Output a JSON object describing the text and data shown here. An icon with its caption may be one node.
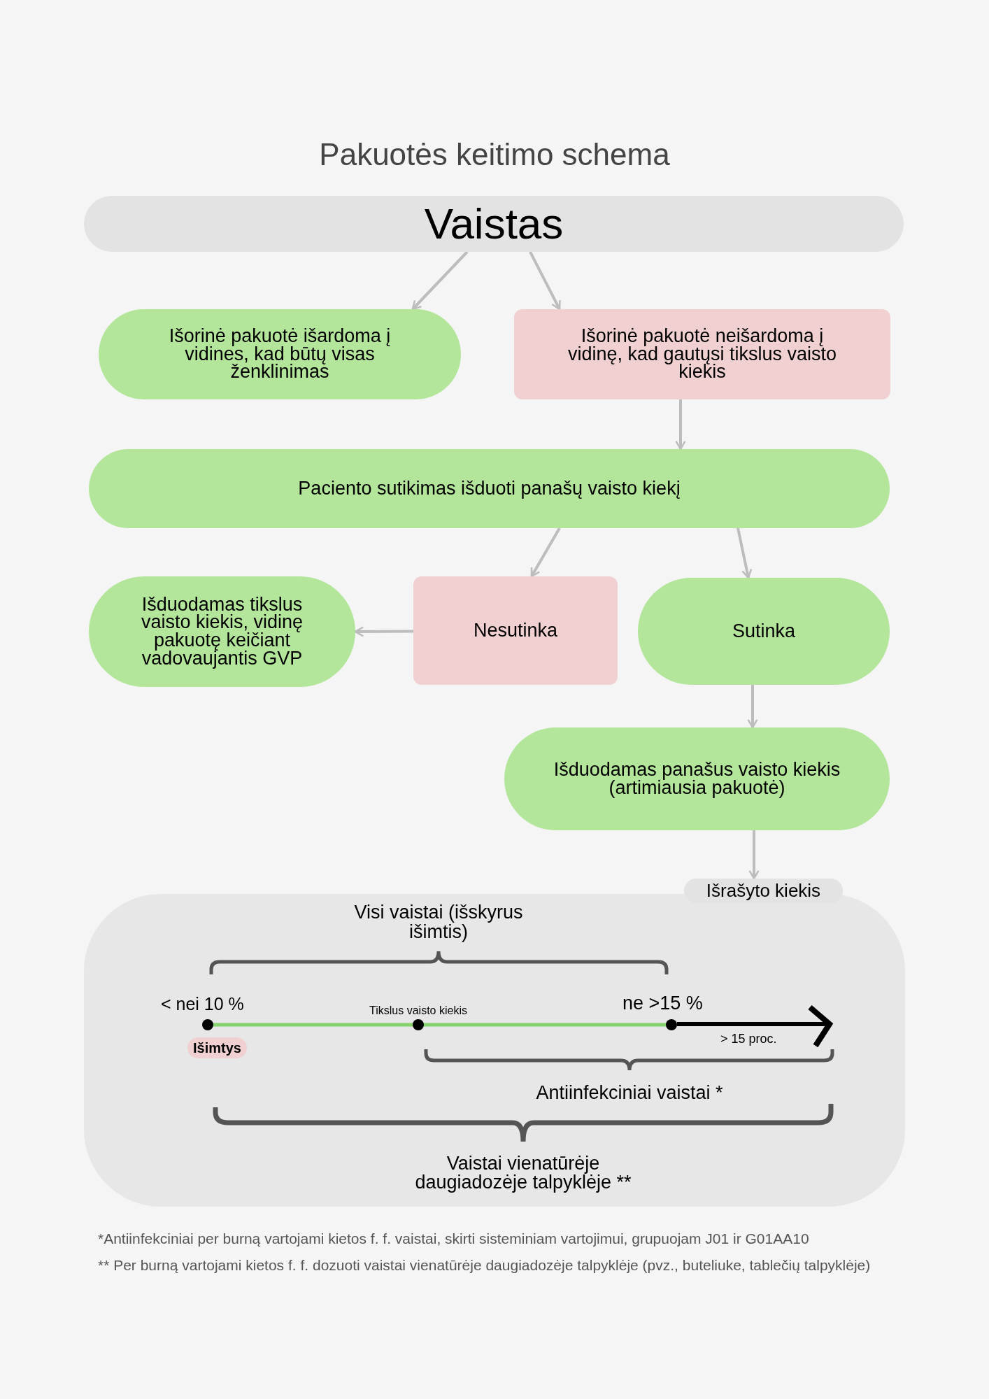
{
  "diagram": {
    "title": "Pakuotės keitimo schema",
    "nodes": [
      {
        "text": [
          "Vaistas"
        ]
      },
      {
        "text": [
          "Išorinė pakuotė išardoma į vidines, kad būtų visas ženklinimas"
        ]
      },
      {
        "text": [
          "Išorinė pakuotė neišardoma į vidinę, kad gautųsi tikslus vaisto kiekis"
        ]
      },
      {
        "text": [
          "Paciento sutikimas išduoti panašų vaisto kiekį"
        ]
      },
      {
        "text": [
          "Išduodamas tikslus vaisto kiekis, vidinę pakuotę keičiant vadovaujantis GVP"
        ]
      },
      {
        "text": [
          "Nesutinka"
        ]
      },
      {
        "text": [
          "Sutinka"
        ]
      },
      {
        "text": [
          "Išduodamas panašus vaisto kiekis (artimiausia pakuotė)"
        ]
      },
      {
        "text": [
          "Išrašyto kiekis"
        ]
      }
    ],
    "edges": [
      {
        "from": 0,
        "to": 1,
        "arrow": "to"
      },
      {
        "from": 0,
        "to": 2,
        "arrow": "to"
      },
      {
        "from": 2,
        "to": 3,
        "arrow": "to"
      },
      {
        "from": 3,
        "to": 5,
        "arrow": "to"
      },
      {
        "from": 3,
        "to": 6,
        "arrow": "to"
      },
      {
        "from": 5,
        "to": 4,
        "arrow": "to"
      },
      {
        "from": 6,
        "to": 7,
        "arrow": "to"
      },
      {
        "from": 7,
        "to": 8,
        "arrow": "to"
      }
    ],
    "labels": [
      "Visi vaistai (išskyrus išimtis)",
      "< nei 10 %",
      "Tikslus vaisto kiekis",
      "ne >15 %",
      "> 15 proc.",
      "Išimtys",
      "Antiinfekciniai vaistai *",
      "Vaistai vienatūrėje daugiadozėje talpyklėje **",
      "*Antiinfekciniai per burną vartojami kietos f. f. vaistai, skirti sisteminiam vartojimui, grupuojam J01 ir G01AA10",
      "** Per burną vartojami kietos f. f. dozuoti vaistai vienatūrėje daugiadozėje talpyklėje (pvz., buteliuke, tablečių talpyklėje)"
    ]
  }
}
